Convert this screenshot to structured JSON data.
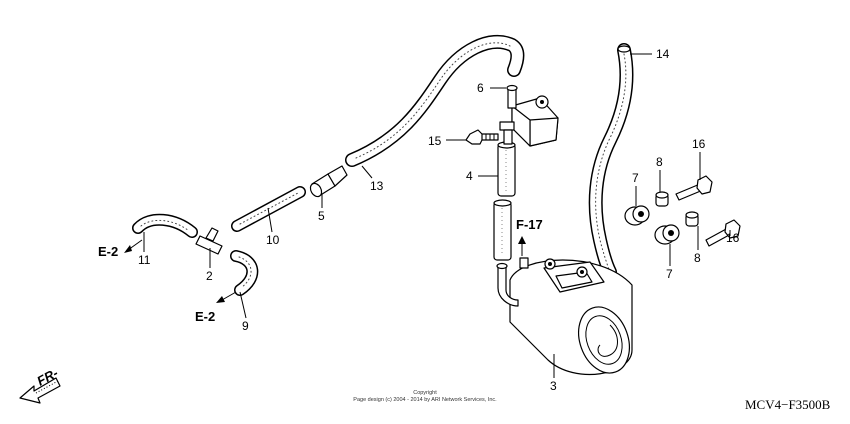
{
  "callouts": {
    "c1": "14",
    "c2": "6",
    "c3": "15",
    "c4": "16",
    "c5": "8",
    "c6": "7",
    "c7": "13",
    "c8": "4",
    "c9": "5",
    "c10": "10",
    "c11": "11",
    "c12": "2",
    "c13": "9",
    "c14": "3",
    "c15": "7",
    "c16": "8",
    "c17": "16"
  },
  "references": {
    "e2_top": "E-2",
    "e2_bottom": "E-2",
    "f17": "F-17"
  },
  "direction_label": "FR-",
  "diagram_code": "MCV4−F3500B",
  "copyright": {
    "line1": "Copyright",
    "line2": "Page design (c) 2004 - 2014 by ARI Network Services, Inc."
  }
}
